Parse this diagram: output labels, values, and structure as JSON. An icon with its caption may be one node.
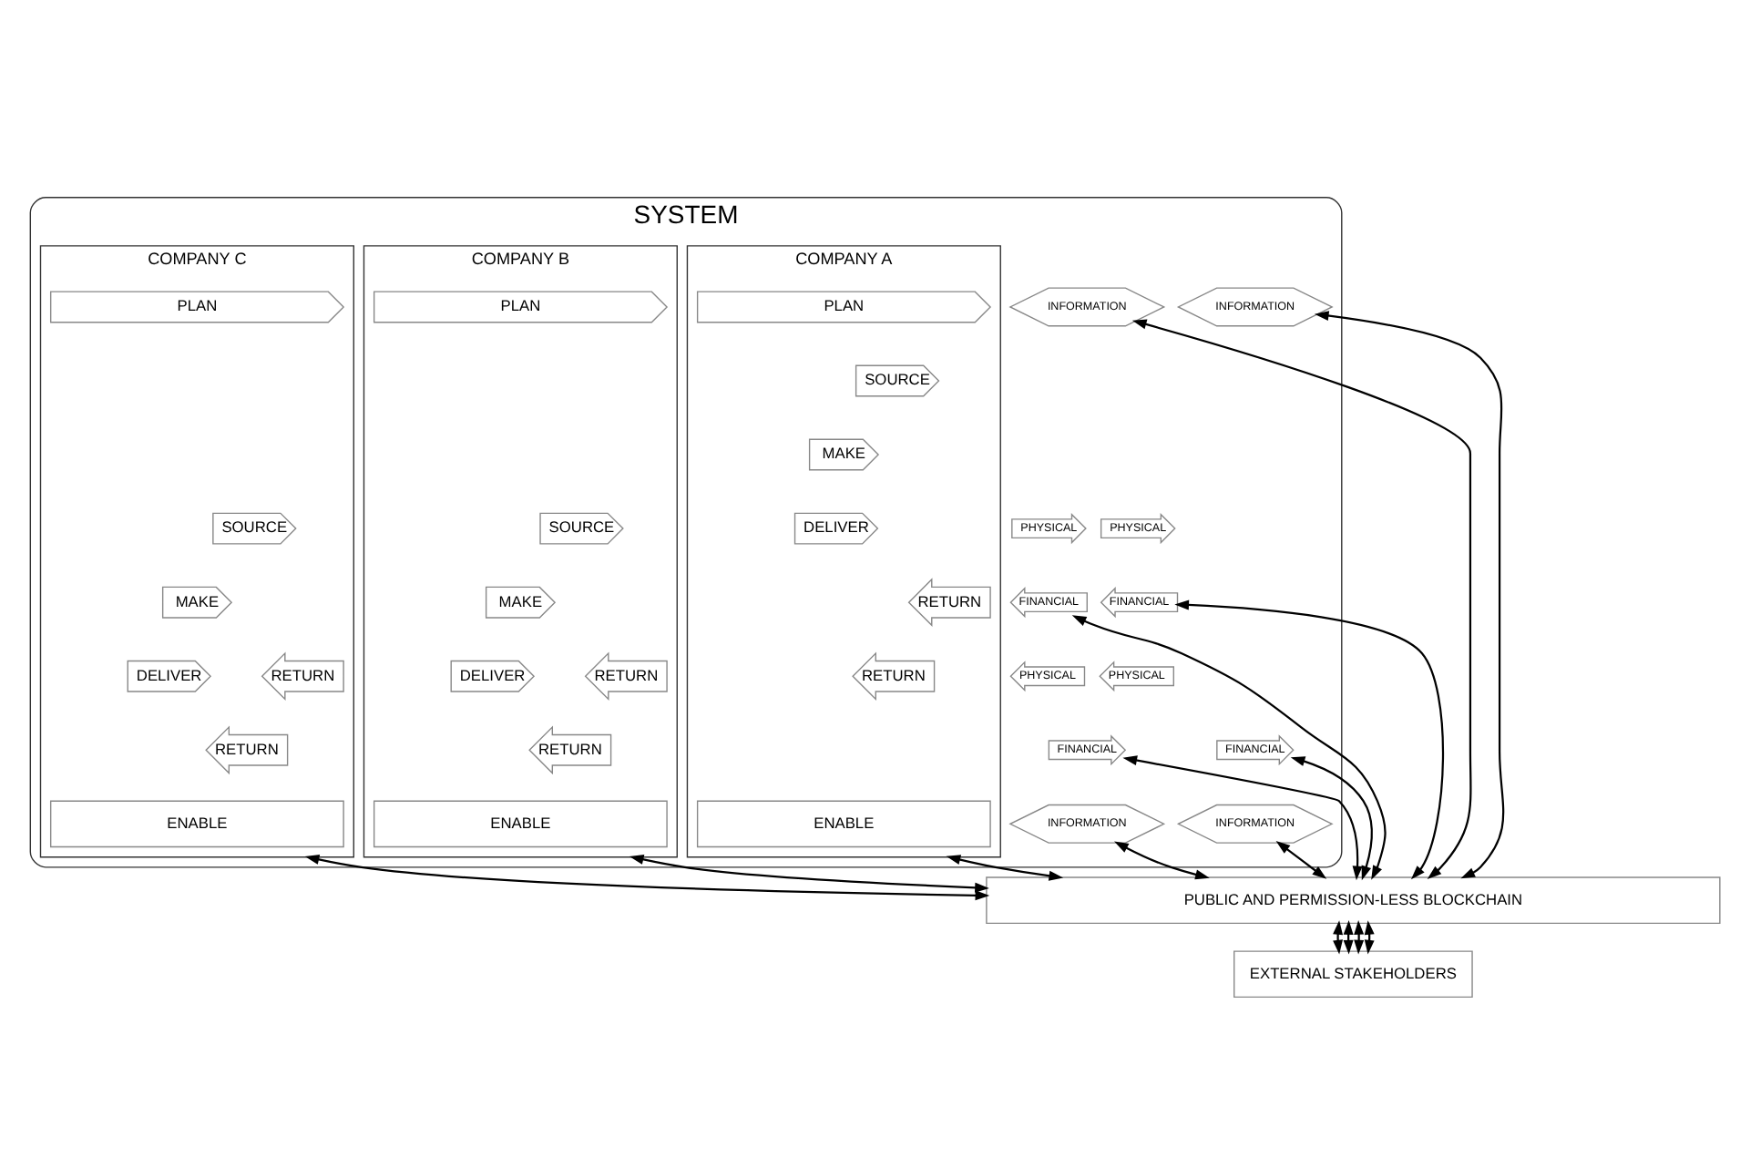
{
  "diagram": {
    "nodes": [
      {
        "text": [
          "SYSTEM"
        ]
      },
      {
        "text": [
          "COMPANY A"
        ],
        "in": 0
      },
      {
        "text": [
          "PLAN"
        ],
        "in": 1
      },
      {
        "text": [
          "SOURCE"
        ],
        "in": 1
      },
      {
        "text": [
          "MAKE"
        ],
        "in": 1
      },
      {
        "text": [
          "DELIVER"
        ],
        "in": 1
      },
      {
        "text": [
          "RETURN"
        ],
        "in": 1
      },
      {
        "text": [
          "RETURN"
        ],
        "in": 1
      },
      {
        "text": [
          "ENABLE"
        ],
        "in": 1
      },
      {
        "text": [
          "INFORMATION"
        ],
        "in": 0
      },
      {
        "text": [
          "PHYSICAL"
        ],
        "in": 0
      },
      {
        "text": [
          "FINANCIAL"
        ],
        "in": 0
      },
      {
        "text": [
          "PHYSICAL"
        ],
        "in": 0
      },
      {
        "text": [
          "FINANCIAL"
        ],
        "in": 0
      },
      {
        "text": [
          "INFORMATION"
        ],
        "in": 0
      },
      {
        "text": [
          "COMPANY B"
        ],
        "in": 0
      },
      {
        "text": [
          "PLAN"
        ],
        "in": 15
      },
      {
        "text": [
          "SOURCE"
        ],
        "in": 15
      },
      {
        "text": [
          "MAKE"
        ],
        "in": 15
      },
      {
        "text": [
          "DELIVER"
        ],
        "in": 15
      },
      {
        "text": [
          "RETURN"
        ],
        "in": 15
      },
      {
        "text": [
          "RETURN"
        ],
        "in": 15
      },
      {
        "text": [
          "ENABLE"
        ],
        "in": 15
      },
      {
        "text": [
          "INFORMATION"
        ],
        "in": 0
      },
      {
        "text": [
          "PHYSICAL"
        ],
        "in": 0
      },
      {
        "text": [
          "FINANCIAL"
        ],
        "in": 0
      },
      {
        "text": [
          "PHYSICAL"
        ],
        "in": 0
      },
      {
        "text": [
          "FINANCIAL"
        ],
        "in": 0
      },
      {
        "text": [
          "INFORMATION"
        ],
        "in": 0
      },
      {
        "text": [
          "COMPANY C"
        ],
        "in": 0
      },
      {
        "text": [
          "PLAN"
        ],
        "in": 29
      },
      {
        "text": [
          "SOURCE"
        ],
        "in": 29
      },
      {
        "text": [
          "MAKE"
        ],
        "in": 29
      },
      {
        "text": [
          "DELIVER"
        ],
        "in": 29
      },
      {
        "text": [
          "RETURN"
        ],
        "in": 29
      },
      {
        "text": [
          "RETURN"
        ],
        "in": 29
      },
      {
        "text": [
          "ENABLE"
        ],
        "in": 29
      },
      {
        "text": [
          "PUBLIC AND PERMISSION-LESS BLOCKCHAIN"
        ]
      },
      {
        "text": [
          "EXTERNAL STAKEHOLDERS"
        ]
      }
    ],
    "edges": [
      {
        "from": 1,
        "to": 37,
        "arrow": "both"
      },
      {
        "from": 14,
        "to": 37,
        "arrow": "both"
      },
      {
        "from": 13,
        "to": 37,
        "arrow": "both"
      },
      {
        "from": 11,
        "to": 37,
        "arrow": "both"
      },
      {
        "from": 9,
        "to": 37,
        "arrow": "both"
      },
      {
        "from": 15,
        "to": 37,
        "arrow": "both"
      },
      {
        "from": 28,
        "to": 37,
        "arrow": "both"
      },
      {
        "from": 27,
        "to": 37,
        "arrow": "both"
      },
      {
        "from": 25,
        "to": 37,
        "arrow": "both"
      },
      {
        "from": 23,
        "to": 37,
        "arrow": "both"
      },
      {
        "from": 29,
        "to": 37,
        "arrow": "both"
      },
      {
        "from": 37,
        "to": 38,
        "arrow": "both"
      },
      {
        "from": 37,
        "to": 38,
        "arrow": "both"
      },
      {
        "from": 37,
        "to": 38,
        "arrow": "both"
      },
      {
        "from": 37,
        "to": 38,
        "arrow": "both"
      }
    ]
  }
}
